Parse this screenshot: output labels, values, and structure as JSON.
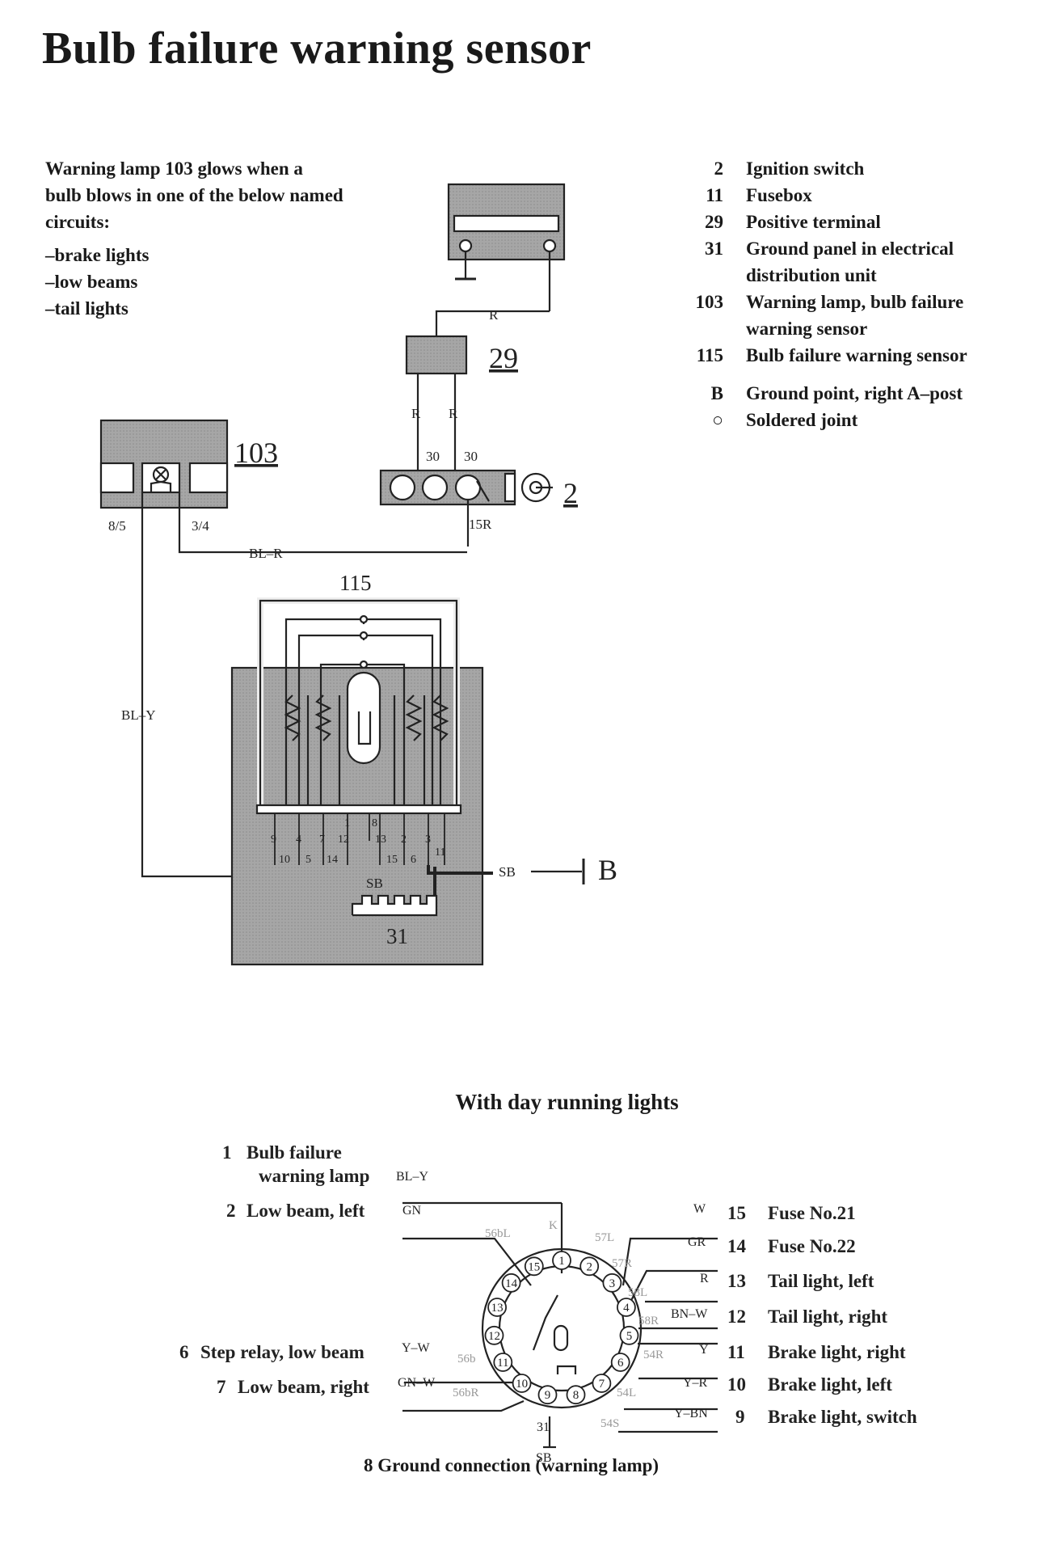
{
  "title": "Bulb failure warning sensor",
  "intro": {
    "lines": [
      "Warning lamp 103 glows when a",
      "bulb blows in one of the below named",
      "circuits:"
    ],
    "circuits": [
      "–brake lights",
      "–low beams",
      "–tail lights"
    ]
  },
  "legend": [
    {
      "num": "2",
      "text": "Ignition switch"
    },
    {
      "num": "11",
      "text": "Fusebox"
    },
    {
      "num": "29",
      "text": "Positive terminal"
    },
    {
      "num": "31",
      "text": "Ground panel in electrical distribution unit"
    },
    {
      "num": "103",
      "text": "Warning lamp, bulb failure warning sensor"
    },
    {
      "num": "115",
      "text": "Bulb failure warning sensor"
    }
  ],
  "legend_extra": [
    {
      "num": "B",
      "text": "Ground point, right A–post"
    },
    {
      "num": "○",
      "text": "Soldered joint"
    }
  ],
  "diagram": {
    "component_ids": {
      "battery_num": "",
      "positive_terminal": "29",
      "lamp": "103",
      "ignition": "2",
      "sensor": "115",
      "ground_panel": "31",
      "ground_point": "B"
    },
    "wire_labels": {
      "battery_r": "R",
      "r_left": "R",
      "r_right": "R",
      "t30_left": "30",
      "t30_right": "30",
      "t15r": "15R",
      "bl_r": "BL–R",
      "bl_y": "BL–Y",
      "sb_main": "SB",
      "sb_right": "SB",
      "lamp_pin_left": "8/5",
      "lamp_pin_right": "3/4"
    },
    "sensor_pins_top": [
      "9",
      "4",
      "7",
      "12",
      "1",
      "8",
      "13",
      "2",
      "3"
    ],
    "sensor_pins_bottom": [
      "10",
      "5",
      "14",
      "15",
      "6",
      "11"
    ]
  },
  "drl": {
    "title": "With day running lights",
    "left_labels": [
      {
        "num": "1",
        "text": "Bulb failure warning lamp",
        "wire": "BL–Y"
      },
      {
        "num": "2",
        "text": "Low beam, left",
        "wire": "GN"
      },
      {
        "num": "6",
        "text": "Step relay, low beam",
        "wire": "Y–W"
      },
      {
        "num": "7",
        "text": "Low beam, right",
        "wire": "GN–W"
      }
    ],
    "right_labels": [
      {
        "num": "15",
        "text": "Fuse No.21",
        "wire": "W"
      },
      {
        "num": "14",
        "text": "Fuse No.22",
        "wire": "GR"
      },
      {
        "num": "13",
        "text": "Tail light, left",
        "wire": "R"
      },
      {
        "num": "12",
        "text": "Tail light, right",
        "wire": "BN–W"
      },
      {
        "num": "11",
        "text": "Brake light, right",
        "wire": "Y"
      },
      {
        "num": "10",
        "text": "Brake light, left",
        "wire": "Y–R"
      },
      {
        "num": "9",
        "text": "Brake light, switch",
        "wire": "Y–BN"
      }
    ],
    "pin_codes": [
      "56bL",
      "57L",
      "57R",
      "58L",
      "58R",
      "56b",
      "54R",
      "56bR",
      "54L",
      "54S",
      "K",
      "31",
      "SB"
    ],
    "connector_pins": [
      "1",
      "2",
      "3",
      "4",
      "5",
      "6",
      "7",
      "8",
      "9",
      "10",
      "11",
      "12",
      "13",
      "14",
      "15"
    ],
    "footer": "8 Ground connection (warning lamp)"
  }
}
